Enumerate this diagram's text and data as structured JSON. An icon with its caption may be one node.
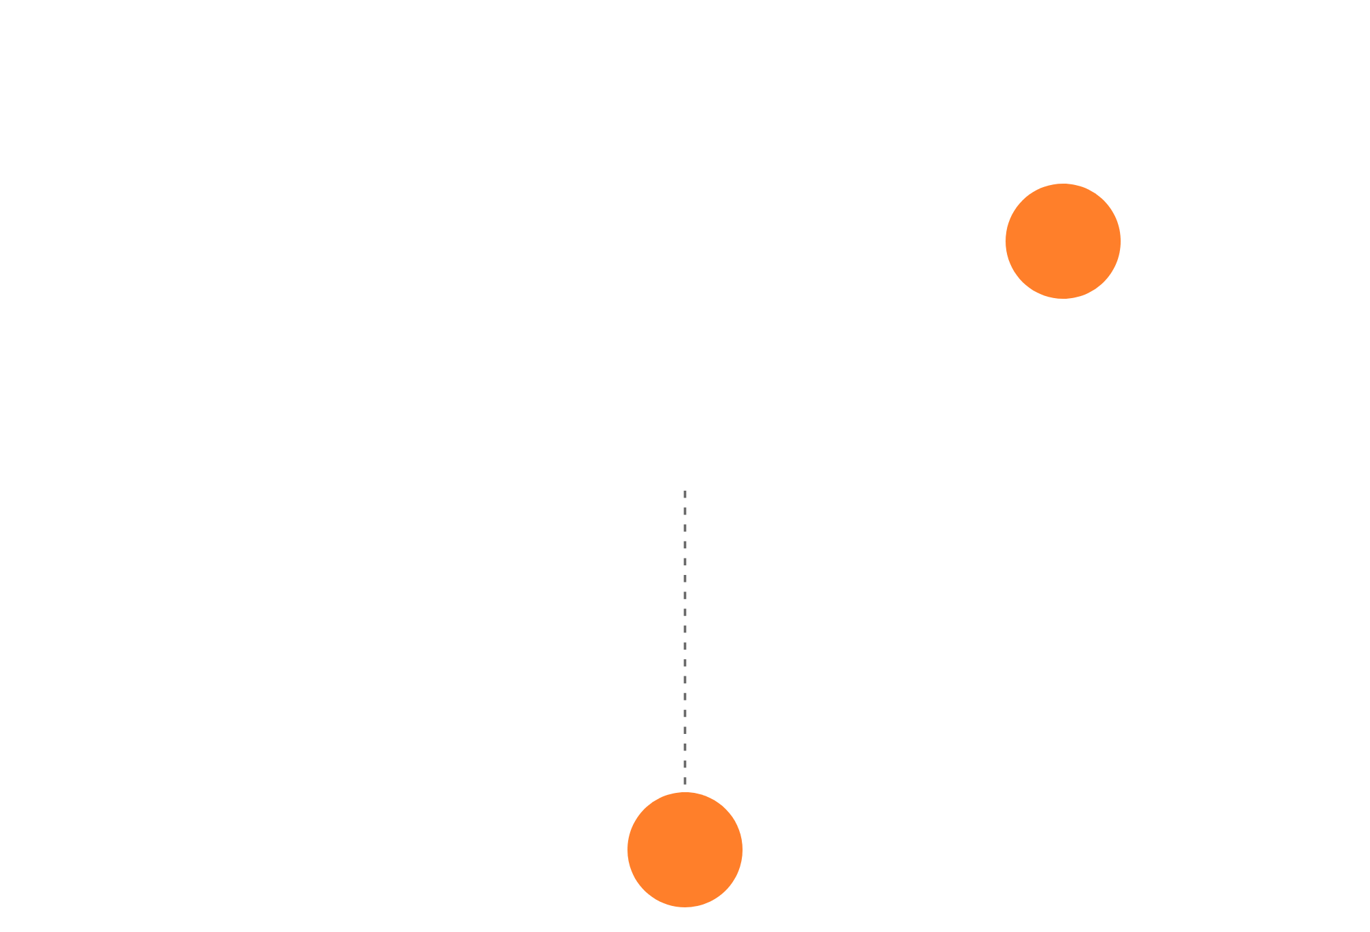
{
  "diagram": {
    "nodes": [
      {
        "text": [],
        "shape": "circle"
      },
      {
        "text": [],
        "shape": "circle"
      }
    ],
    "edges": [
      {
        "from": null,
        "to": 1,
        "arrow": "none",
        "style": "dashed"
      }
    ]
  }
}
